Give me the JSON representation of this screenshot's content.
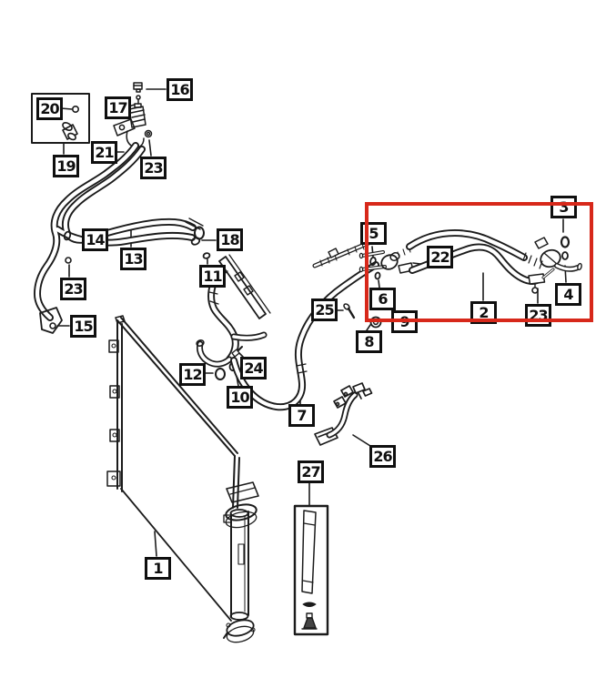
{
  "diagram": {
    "background": "#ffffff",
    "line_color": "#1b1b1b",
    "highlight_color": "#d7281a",
    "part_numbers": [
      "1",
      "2",
      "3",
      "4",
      "5",
      "6",
      "7",
      "8",
      "9",
      "10",
      "11",
      "12",
      "13",
      "14",
      "15",
      "16",
      "17",
      "18",
      "19",
      "20",
      "21",
      "22",
      "23",
      "24",
      "25",
      "26",
      "27"
    ],
    "labels": {
      "1": "1",
      "2": "2",
      "3": "3",
      "4": "4",
      "5": "5",
      "6": "6",
      "7": "7",
      "8": "8",
      "9": "9",
      "10": "10",
      "11": "11",
      "12": "12",
      "13": "13",
      "14": "14",
      "15": "15",
      "16": "16",
      "17": "17",
      "18": "18",
      "19": "19",
      "20": "20",
      "21": "21",
      "22": "22",
      "23": "23",
      "24": "24",
      "25": "25",
      "26": "26",
      "27": "27"
    }
  }
}
